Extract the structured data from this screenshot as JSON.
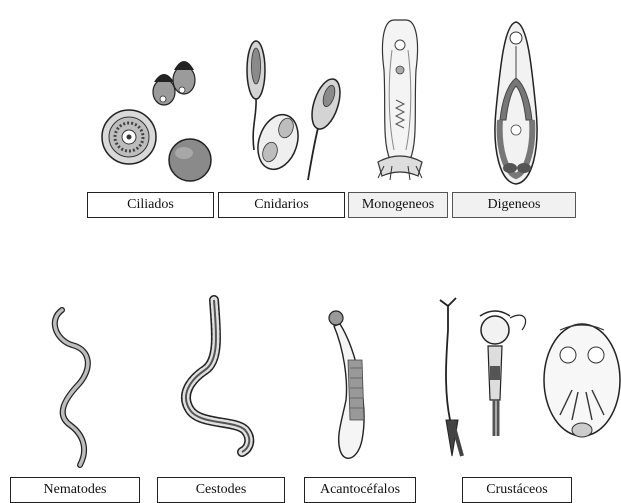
{
  "groups_top": [
    {
      "label": "Ciliados",
      "icon": "ciliate-icon"
    },
    {
      "label": "Cnidarios",
      "icon": "cnidarian-icon"
    },
    {
      "label": "Monogeneos",
      "icon": "monogenean-icon"
    },
    {
      "label": "Digeneos",
      "icon": "digenean-icon"
    }
  ],
  "groups_bottom": [
    {
      "label": "Nematodes",
      "icon": "nematode-icon"
    },
    {
      "label": "Cestodes",
      "icon": "cestode-icon"
    },
    {
      "label": "Acantocéfalos",
      "icon": "acanthocephalan-icon"
    },
    {
      "label": "Crustáceos",
      "icon": "crustacean-icon"
    }
  ],
  "colors": {
    "line": "#222222",
    "fill_grey": "#8a8a8a",
    "fill_dark": "#555555",
    "fill_light": "#d4d4d4"
  }
}
